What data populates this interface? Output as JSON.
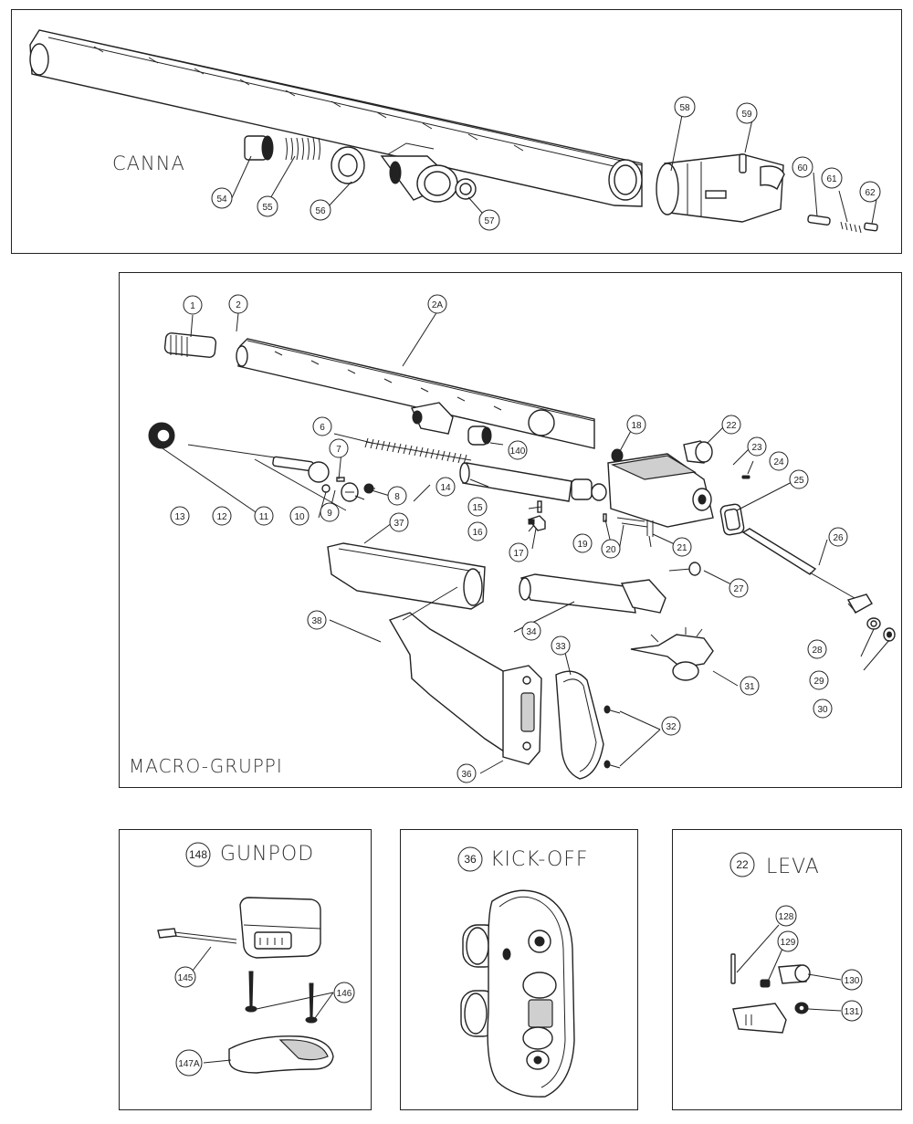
{
  "panels": {
    "canna": {
      "title": "CANNA"
    },
    "macro": {
      "title": "MACRO-GRUPPI"
    },
    "gunpod": {
      "badge": "148",
      "title": "GUNPOD"
    },
    "kickoff": {
      "badge": "36",
      "title": "KICK-OFF"
    },
    "leva": {
      "badge": "22",
      "title": "LEVA"
    }
  },
  "labels": {
    "canna": [
      "54",
      "55",
      "56",
      "57",
      "58",
      "59",
      "60",
      "61",
      "62"
    ],
    "macro": [
      "1",
      "2",
      "2A",
      "6",
      "7",
      "8",
      "9",
      "10",
      "11",
      "12",
      "13",
      "14",
      "140",
      "15",
      "16",
      "17",
      "18",
      "19",
      "20",
      "21",
      "22",
      "23",
      "24",
      "25",
      "26",
      "27",
      "28",
      "29",
      "30",
      "31",
      "32",
      "33",
      "34",
      "36",
      "37",
      "38"
    ],
    "gunpod": [
      "145",
      "146",
      "147A"
    ],
    "leva": [
      "128",
      "129",
      "130",
      "131"
    ]
  }
}
